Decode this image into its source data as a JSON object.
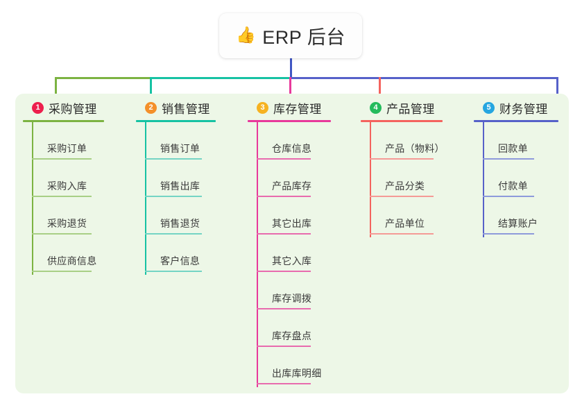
{
  "root": {
    "icon": "thumbs-up-emoji",
    "icon_glyph": "👍",
    "title": "ERP 后台"
  },
  "theme": {
    "panel_background": "#edf7e7",
    "page_background": "#ffffff",
    "root_stem": "#4056c4",
    "trunk_left": "#7cb342",
    "trunk_mid": "#16c2a3",
    "trunk_right": "#5661c9"
  },
  "branches": [
    {
      "number": "1",
      "title": "采购管理",
      "badge_color": "#ed1f4d",
      "line_color": "#7cb342",
      "child_line_color": "#a8cf86",
      "children": [
        {
          "label": "采购订单"
        },
        {
          "label": "采购入库"
        },
        {
          "label": "采购退货"
        },
        {
          "label": "供应商信息"
        }
      ]
    },
    {
      "number": "2",
      "title": "销售管理",
      "badge_color": "#f4902a",
      "line_color": "#16c2a3",
      "child_line_color": "#74d4c4",
      "children": [
        {
          "label": "销售订单"
        },
        {
          "label": "销售出库"
        },
        {
          "label": "销售退货"
        },
        {
          "label": "客户信息"
        }
      ]
    },
    {
      "number": "3",
      "title": "库存管理",
      "badge_color": "#f6b221",
      "line_color": "#e8399b",
      "child_line_color": "#e86bae",
      "children": [
        {
          "label": "仓库信息"
        },
        {
          "label": "产品库存"
        },
        {
          "label": "其它出库"
        },
        {
          "label": "其它入库"
        },
        {
          "label": "库存调拨"
        },
        {
          "label": "库存盘点"
        },
        {
          "label": "出库库明细"
        }
      ]
    },
    {
      "number": "4",
      "title": "产品管理",
      "badge_color": "#24bb5c",
      "line_color": "#f4635e",
      "child_line_color": "#f59a96",
      "children": [
        {
          "label": "产品（物料）"
        },
        {
          "label": "产品分类"
        },
        {
          "label": "产品单位"
        }
      ]
    },
    {
      "number": "5",
      "title": "财务管理",
      "badge_color": "#26a6e0",
      "line_color": "#5661c9",
      "child_line_color": "#8e9adb",
      "children": [
        {
          "label": "回款单"
        },
        {
          "label": "付款单"
        },
        {
          "label": "结算账户"
        }
      ]
    }
  ]
}
